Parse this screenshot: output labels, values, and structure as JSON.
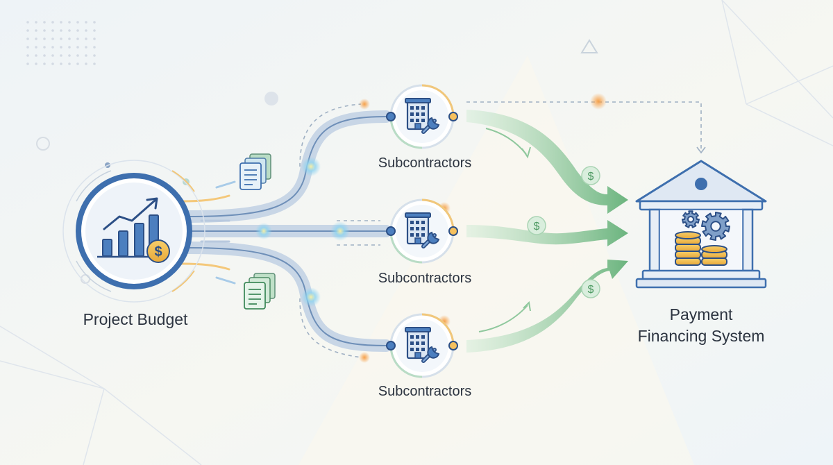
{
  "diagram": {
    "source": {
      "label": "Project Budget",
      "icon": "bar-chart-dollar-icon"
    },
    "nodes": [
      {
        "label": "Subcontractors",
        "icon": "building-wrench-icon"
      },
      {
        "label": "Subcontractors",
        "icon": "building-wrench-icon"
      },
      {
        "label": "Subcontractors",
        "icon": "building-wrench-icon"
      }
    ],
    "target": {
      "label_line1": "Payment",
      "label_line2": "Financing System",
      "icon": "bank-gears-coins-icon"
    },
    "money_symbol": "$",
    "colors": {
      "primary_blue": "#3e6fae",
      "dark_blue": "#2c4f86",
      "flow_green": "#7cc08a",
      "accent_gold": "#f1b84a",
      "glow_orange": "#f6a14a",
      "document_green": "#8cc9a0",
      "document_blue": "#9ec7e3"
    }
  }
}
